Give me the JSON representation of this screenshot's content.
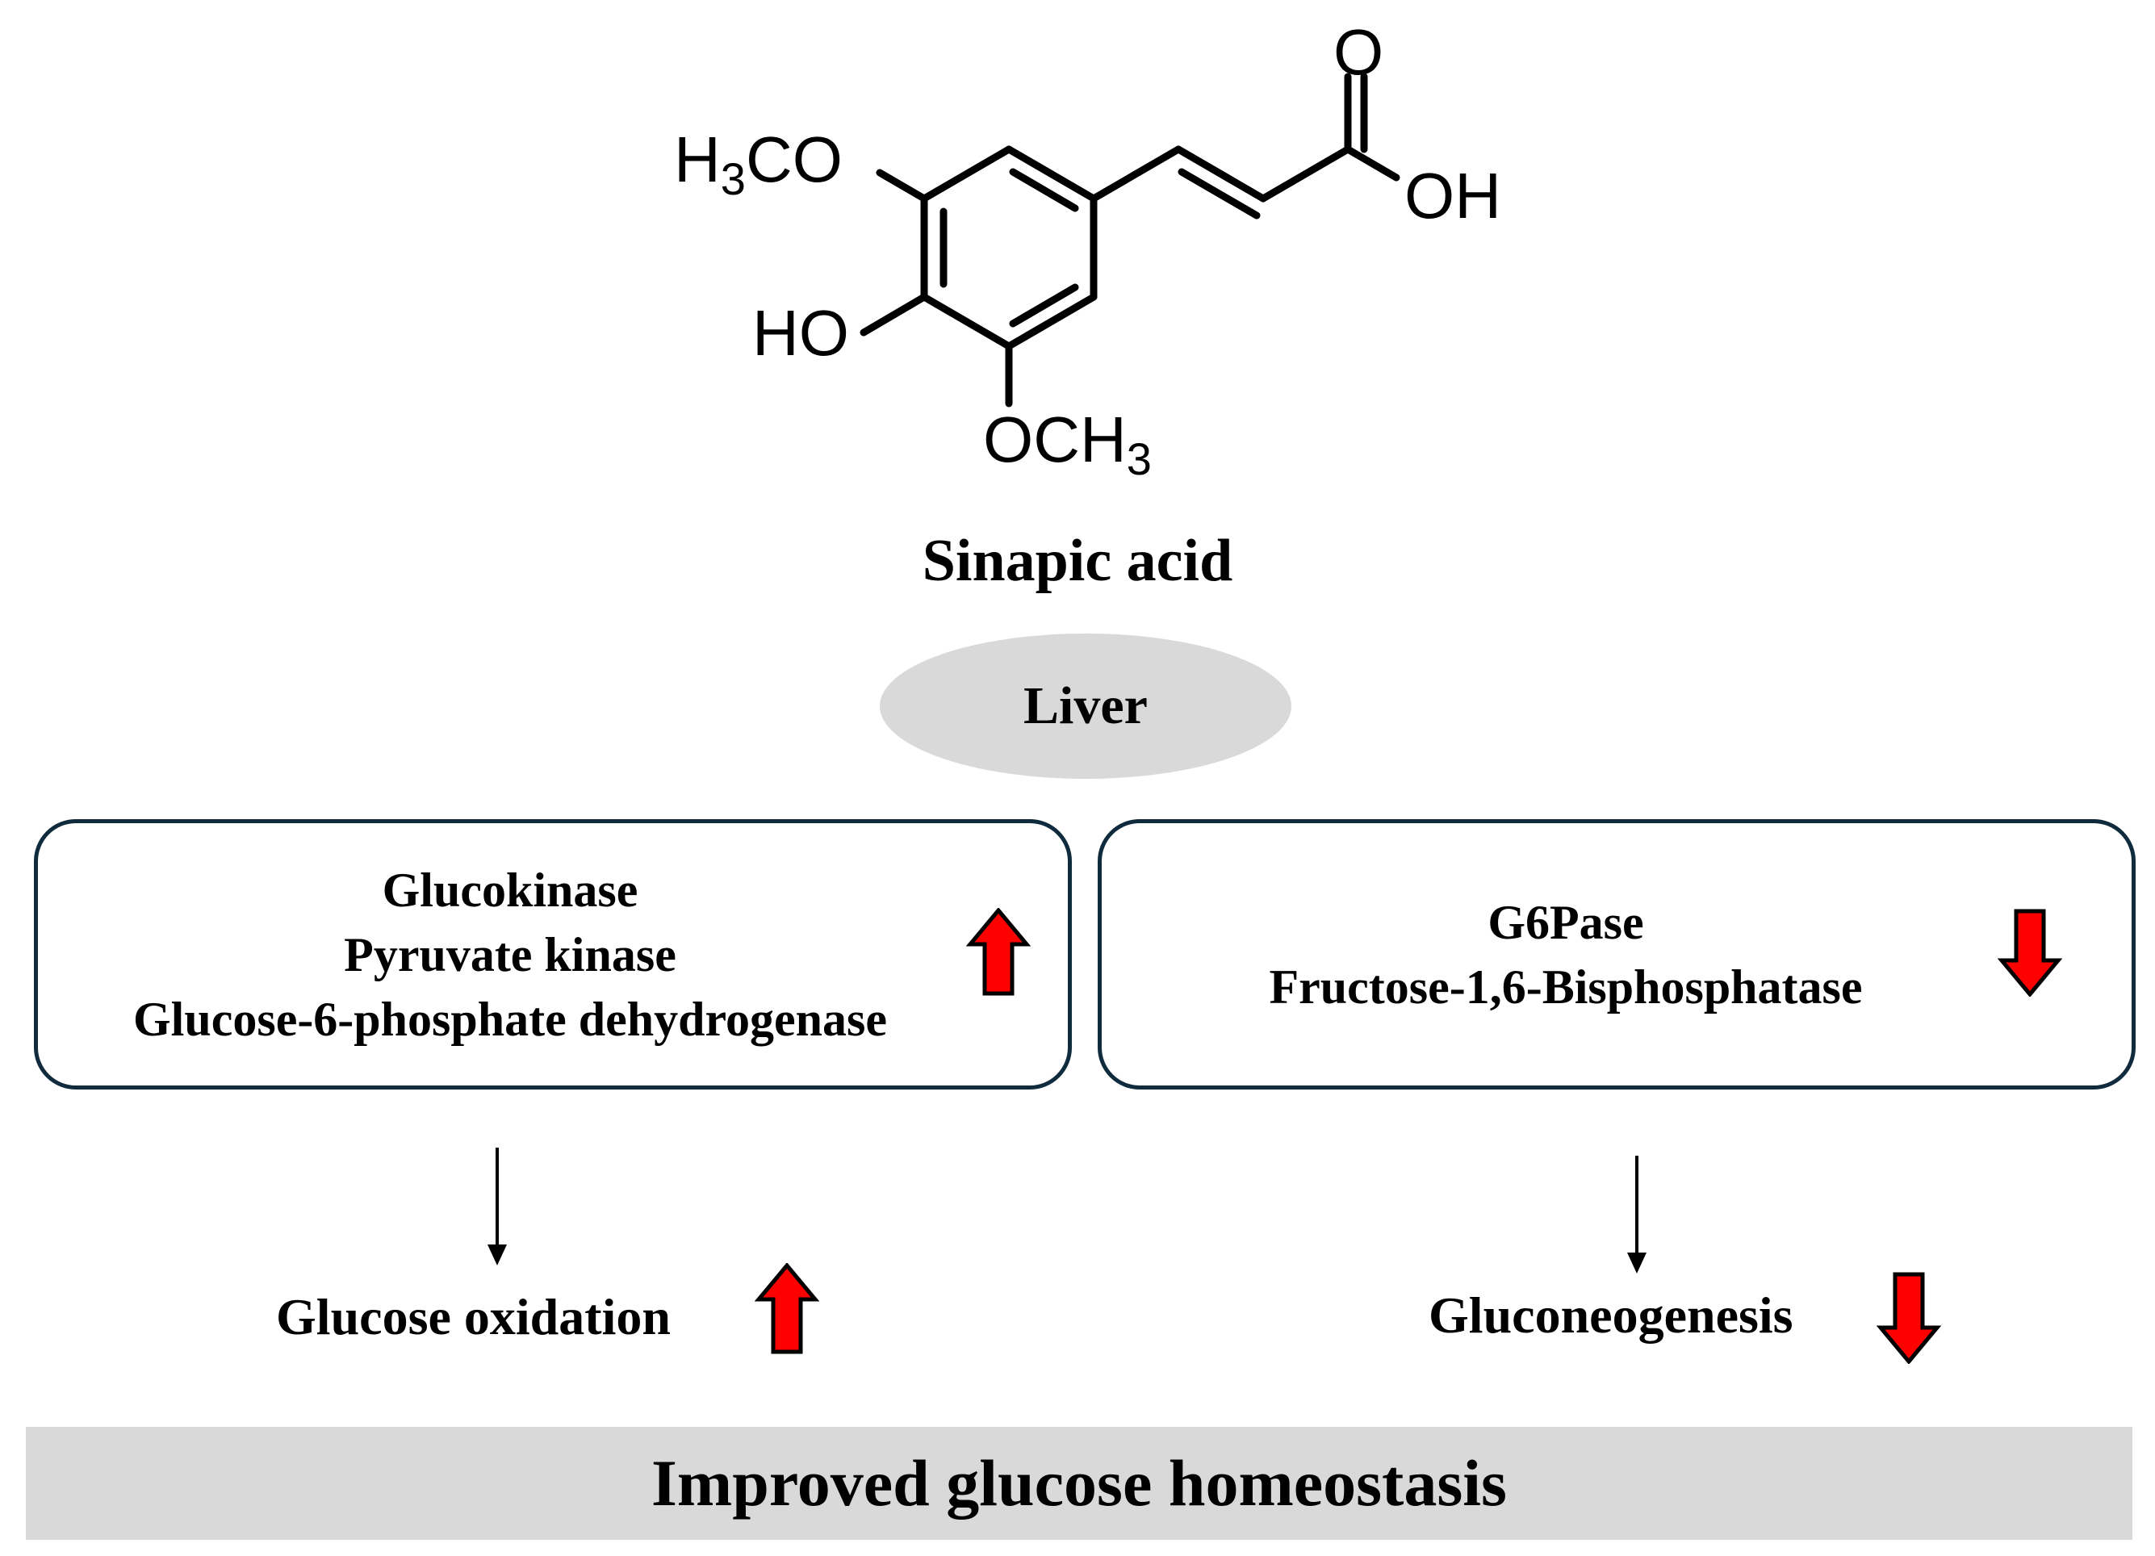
{
  "compound": {
    "name": "Sinapic acid",
    "groups": {
      "methoxy_top": "H3CO",
      "hydroxyl": "HO",
      "methoxy_bottom": "OCH3",
      "carbonyl_o": "O",
      "acid_oh": "OH"
    }
  },
  "organ": {
    "label": "Liver"
  },
  "left_box": {
    "lines": [
      "Glucokinase",
      "Pyruvate kinase",
      "Glucose-6-phosphate dehydrogenase"
    ],
    "effect": "increase",
    "arrow_icon": "red-up-arrow-icon"
  },
  "right_box": {
    "lines": [
      "G6Pase",
      "Fructose-1,6-Bisphosphatase"
    ],
    "effect": "decrease",
    "arrow_icon": "red-down-arrow-icon"
  },
  "outcomes": {
    "left": {
      "label": "Glucose oxidation",
      "effect": "increase"
    },
    "right": {
      "label": "Gluconeogenesis",
      "effect": "decrease"
    }
  },
  "conclusion": "Improved glucose homeostasis",
  "colors": {
    "arrow_fill": "#ff0000",
    "box_border": "#0f2b3d",
    "gray_fill": "#d9d9d9"
  }
}
